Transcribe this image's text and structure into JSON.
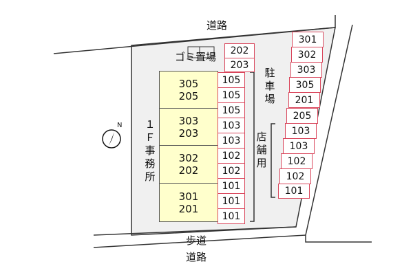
{
  "roads": {
    "top": "道路",
    "bottom_sidewalk": "歩道",
    "bottom": "道路"
  },
  "areas": {
    "garbage": "ゴミ置場",
    "office": "１Ｆ事務所",
    "parking": "駐車場",
    "shop_use": "店舗用"
  },
  "compass": {
    "label": "N"
  },
  "building_units": [
    {
      "upper": "305",
      "lower": "205"
    },
    {
      "upper": "303",
      "lower": "203"
    },
    {
      "upper": "302",
      "lower": "202"
    },
    {
      "upper": "301",
      "lower": "201"
    }
  ],
  "parking_top": [
    "202",
    "203"
  ],
  "parking_middle": [
    "105",
    "105",
    "105",
    "103",
    "103",
    "102",
    "102",
    "101",
    "101",
    "101"
  ],
  "parking_right": [
    "301",
    "302",
    "303",
    "305",
    "201",
    "205",
    "103",
    "103",
    "102",
    "102",
    "101"
  ],
  "colors": {
    "slot_border": "#d9455b",
    "building_fill": "#ffffcc",
    "lot_fill": "#f0f0f0"
  }
}
